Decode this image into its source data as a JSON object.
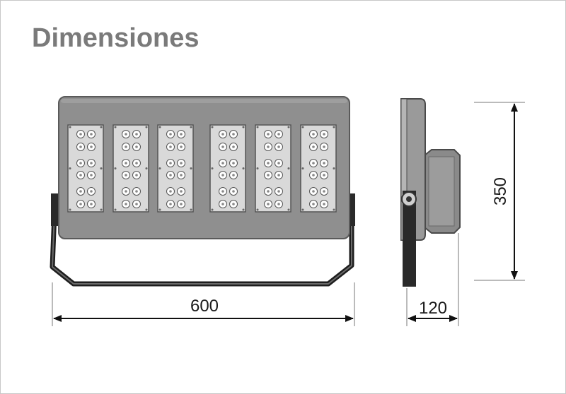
{
  "title": "Dimensiones",
  "dimensions": {
    "width": "600",
    "depth": "120",
    "height": "350"
  },
  "led_panel": {
    "modules": 6,
    "rows": 6,
    "cols": 2
  },
  "colors": {
    "title": "#7a7a7a",
    "housing": "#8f8f8f",
    "housing_edge": "#5a5a5a",
    "module_bg": "#d9d9d9",
    "led": "#ffffff",
    "bracket": "#1e1e1e",
    "dimension_line": "#111111"
  }
}
